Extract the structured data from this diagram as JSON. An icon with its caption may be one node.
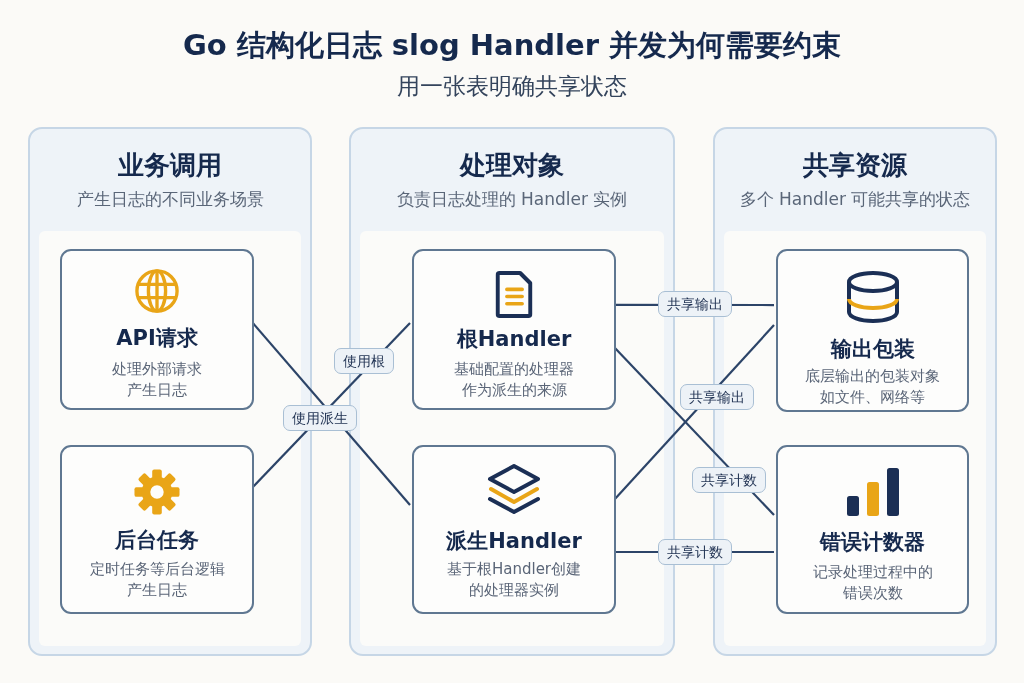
{
  "diagram": {
    "title": "Go 结构化日志 slog Handler 并发为何需要约束",
    "nodes": [
      {
        "text": [
          "业务调用",
          "产生日志的不同业务场景"
        ]
      },
      {
        "text": [
          "API请求",
          "处理外部请求产生日志"
        ],
        "in": 0
      },
      {
        "text": [
          "后台任务",
          "定时任务等后台逻辑产生日志"
        ],
        "in": 0
      },
      {
        "text": [
          "处理对象",
          "负责日志处理的 Handler 实例"
        ]
      },
      {
        "text": [
          "根Handler",
          "基础配置的处理器作为派生的来源"
        ],
        "in": 3
      },
      {
        "text": [
          "派生Handler",
          "基于根Handler创建的处理器实例"
        ],
        "in": 3
      },
      {
        "text": [
          "共享资源",
          "多个 Handler 可能共享的状态"
        ]
      },
      {
        "text": [
          "输出包装",
          "底层输出的包装对象如文件、网络等"
        ],
        "in": 6
      },
      {
        "text": [
          "错误计数器",
          "记录处理过程中的错误次数"
        ],
        "in": 6
      }
    ],
    "edges": [
      {
        "from": 1,
        "to": 5,
        "arrow": "none",
        "label": "使用派生"
      },
      {
        "from": 2,
        "to": 4,
        "arrow": "none",
        "label": "使用根"
      },
      {
        "from": 4,
        "to": 7,
        "arrow": "none",
        "label": "共享输出"
      },
      {
        "from": 5,
        "to": 7,
        "arrow": "none",
        "label": "共享输出"
      },
      {
        "from": 4,
        "to": 8,
        "arrow": "none",
        "label": "共享计数"
      },
      {
        "from": 5,
        "to": 8,
        "arrow": "none",
        "label": "共享计数"
      }
    ],
    "labels": [
      "用一张表明确共享状态"
    ]
  }
}
